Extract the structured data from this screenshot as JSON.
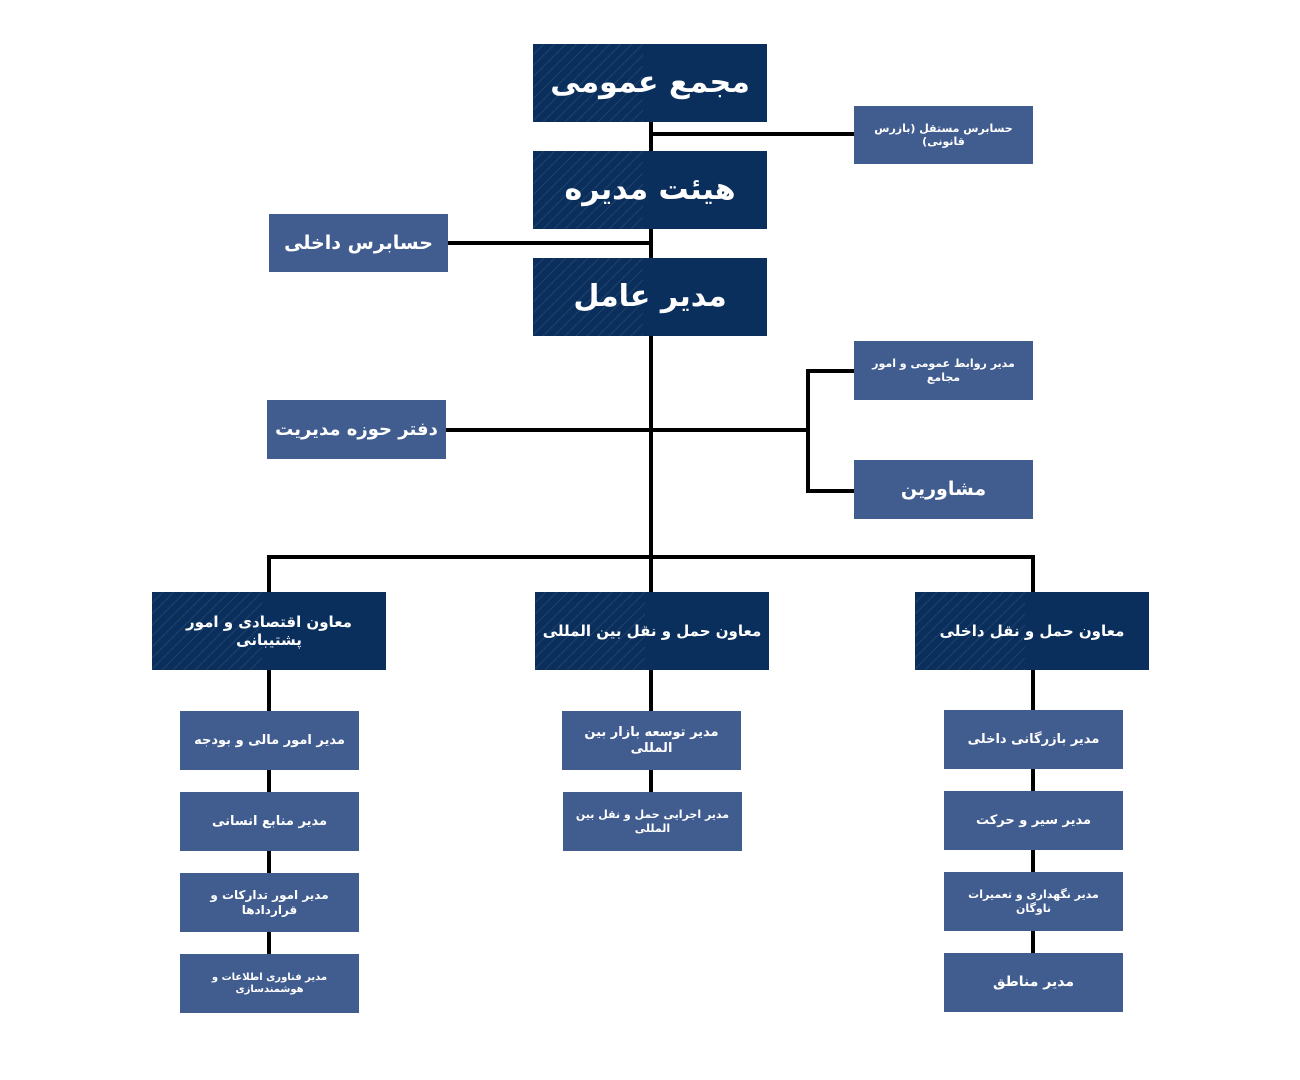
{
  "colors": {
    "dark_box": "#0a2f5c",
    "light_box": "#415c8f",
    "connector": "#000000",
    "background": "#ffffff"
  },
  "nodes": {
    "general_assembly": "مجمع عمومی",
    "board_of_directors": "هیئت مدیره",
    "ceo": "مدیر عامل",
    "independent_auditor": "حسابرس مستقل (بازرس قانونی)",
    "internal_auditor": "حسابرس داخلی",
    "management_office": "دفتر حوزه مدیریت",
    "public_relations": "مدیر روابط عمومی و امور مجامع",
    "advisors": "مشاورین",
    "deputy_economic": "معاون اقتصادی و امور پشتیبانی",
    "deputy_international": "معاون حمل و نقل بین المللی",
    "deputy_domestic": "معاون حمل و نقل داخلی",
    "finance_budget": "مدیر امور مالی و بودجه",
    "human_resources": "مدیر منابع انسانی",
    "procurement_contracts": "مدیر امور تدارکات و قراردادها",
    "it_smart": "مدیر فناوری اطلاعات و هوشمندسازی",
    "intl_market_dev": "مدیر توسعه بازار بین المللی",
    "intl_transport_exec": "مدیر اجرایی حمل و نقل بین المللی",
    "domestic_commerce": "مدیر بازرگانی داخلی",
    "traffic_ops": "مدیر سیر و حرکت",
    "fleet_maintenance": "مدیر نگهداری و تعمیرات ناوگان",
    "regions": "مدیر مناطق"
  }
}
